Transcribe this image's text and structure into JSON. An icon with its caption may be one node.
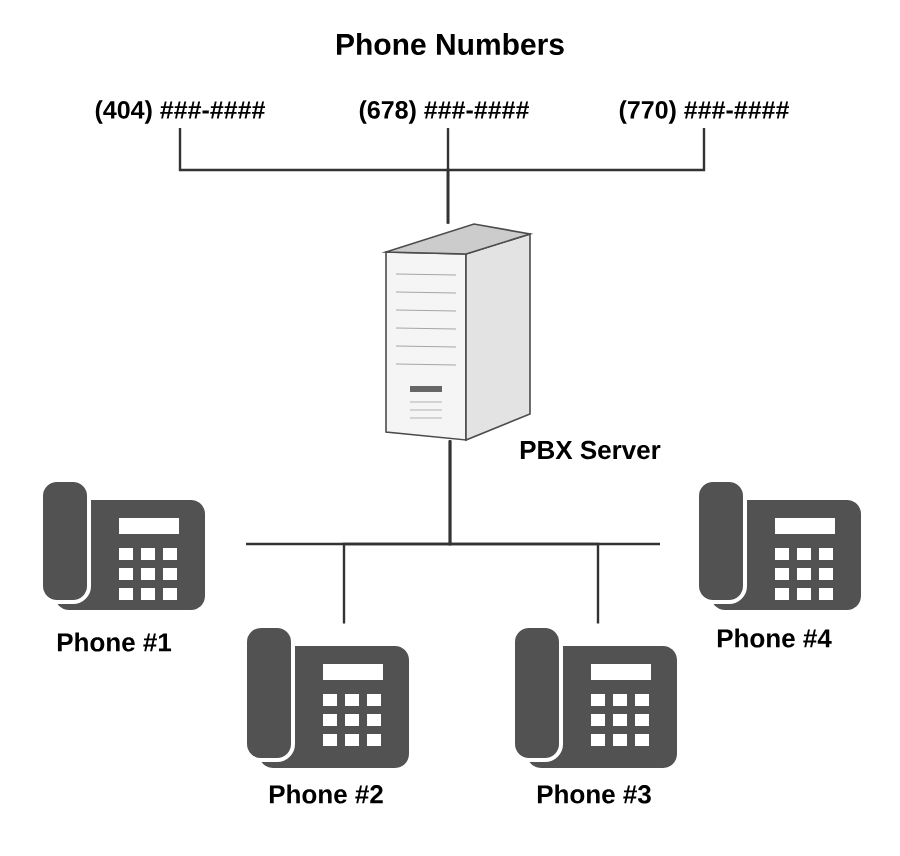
{
  "diagram": {
    "title": "Phone Numbers",
    "nodes": [
      {
        "text": [
          "(404) ###-####"
        ]
      },
      {
        "text": [
          "(678) ###-####"
        ]
      },
      {
        "text": [
          "(770) ###-####"
        ]
      },
      {
        "text": [],
        "shape": "picture",
        "beside": [
          "PBX Server"
        ]
      },
      {
        "text": [],
        "shape": "picture",
        "beside": [
          "Phone #1"
        ]
      },
      {
        "text": [],
        "shape": "picture",
        "beside": [
          "Phone #2"
        ]
      },
      {
        "text": [],
        "shape": "picture",
        "beside": [
          "Phone #3"
        ]
      },
      {
        "text": [],
        "shape": "picture",
        "beside": [
          "Phone #4"
        ]
      }
    ],
    "edges": [
      {
        "from": 0,
        "to": 3,
        "arrow": "none"
      },
      {
        "from": 1,
        "to": 3,
        "arrow": "none"
      },
      {
        "from": 2,
        "to": 3,
        "arrow": "none"
      },
      {
        "from": 3,
        "to": 4,
        "arrow": "none"
      },
      {
        "from": 3,
        "to": 5,
        "arrow": "none"
      },
      {
        "from": 3,
        "to": 6,
        "arrow": "none"
      },
      {
        "from": 3,
        "to": 7,
        "arrow": "none"
      }
    ]
  }
}
